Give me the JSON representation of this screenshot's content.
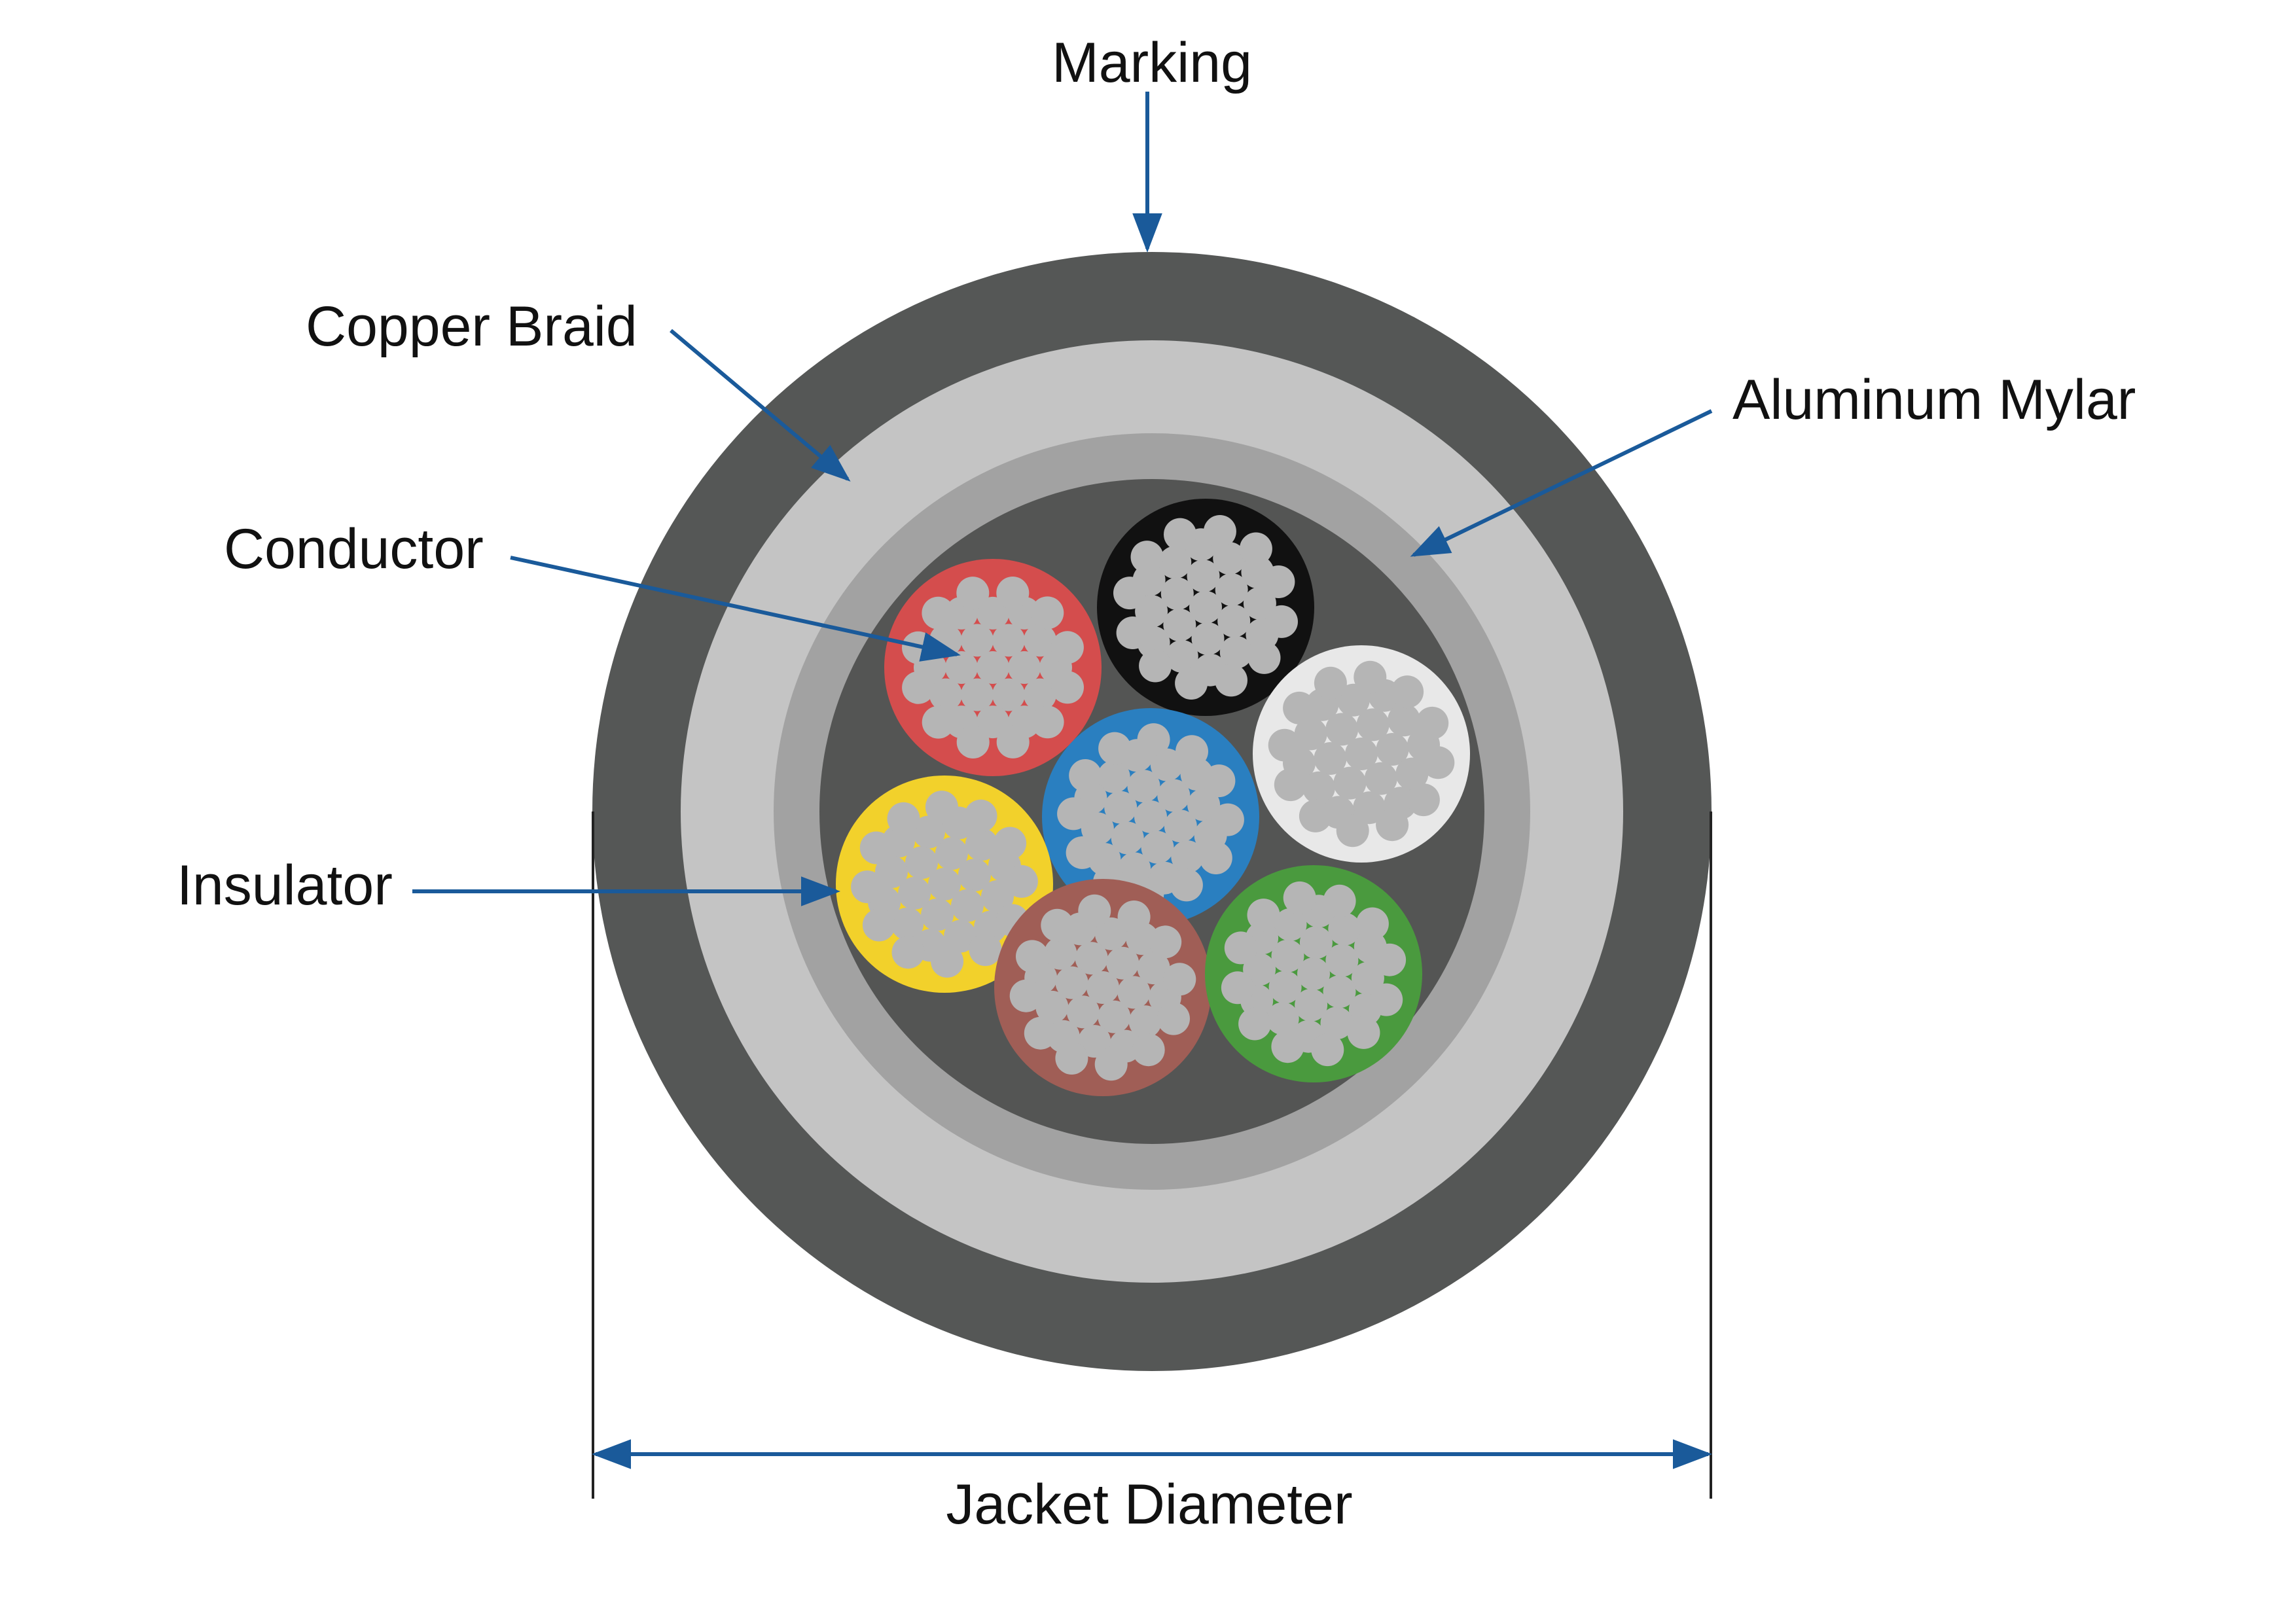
{
  "labels": {
    "marking": "Marking",
    "copper_braid": "Copper Braid",
    "aluminum_mylar": "Aluminum Mylar",
    "conductor": "Conductor",
    "insulator": "Insulator",
    "jacket_diameter": "Jacket Diameter"
  },
  "colors": {
    "jacket": "#555756",
    "copper_braid": "#c4c4c4",
    "aluminum_mylar": "#a2a2a2",
    "filler": "#545554",
    "strand": "#b5b5b5",
    "arrow": "#1a5a9a",
    "dimension_line": "#222222"
  },
  "cores": [
    {
      "name": "red-core",
      "color": "#d44d4d"
    },
    {
      "name": "black-core",
      "color": "#111111"
    },
    {
      "name": "white-core",
      "color": "#e8e8e8"
    },
    {
      "name": "blue-core",
      "color": "#2a7fc0"
    },
    {
      "name": "yellow-core",
      "color": "#f2d12b"
    },
    {
      "name": "brown-core",
      "color": "#a05e56"
    },
    {
      "name": "green-core",
      "color": "#4a9a3e"
    }
  ]
}
